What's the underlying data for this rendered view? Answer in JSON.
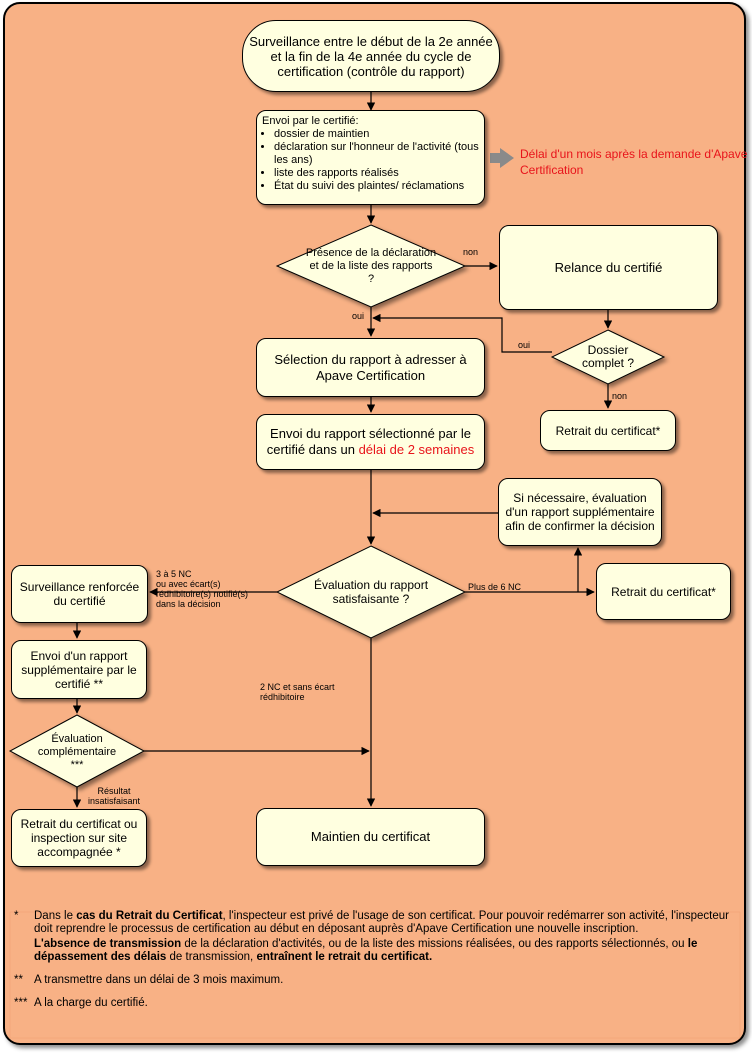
{
  "boxes": {
    "start": "Surveillance entre le début de la 2e année et la fin de la 4e année du cycle  de certification (contrôle du rapport)",
    "envoi_title": "Envoi par le certifié:",
    "envoi_items": [
      "dossier de maintien",
      "déclaration sur l'honneur de l'activité (tous les ans)",
      "liste des rapports réalisés",
      "État du suivi des plaintes/ réclamations"
    ],
    "delai_note": "Délai d'un mois après la demande d'Apave Certification",
    "presence": "Présence de la déclaration et de la liste des rapports ?",
    "relance": "Relance du certifié",
    "dossier_complet": "Dossier complet ?",
    "retrait1": "Retrait du certificat*",
    "selection": "Sélection du rapport à adresser à Apave Certification",
    "envoi_rapport_pre": "Envoi du rapport sélectionné par le certifié dans un ",
    "envoi_rapport_red": "délai de 2 semaines",
    "si_necessaire": "Si nécessaire, évaluation d'un rapport supplémentaire afin de confirmer la décision",
    "evaluation": "Évaluation du rapport satisfaisante ?",
    "retrait2": "Retrait du certificat*",
    "surveillance": "Surveillance renforcée du certifié",
    "envoi_supp": "Envoi d'un rapport supplémentaire par le certifié **",
    "eval_comp": "Évaluation complémentaire ***",
    "retrait3": "Retrait du certificat ou inspection sur site accompagnée *",
    "maintien": "Maintien du certificat"
  },
  "labels": {
    "non1": "non",
    "oui1": "oui",
    "oui2": "oui",
    "non2": "non",
    "nc35_1": "3 à 5 NC",
    "nc35_2": "ou avec écart(s)",
    "nc35_3": "rédhibitoire(s) notifié(s)",
    "nc35_4": "dans la décision",
    "plus6": "Plus de 6 NC",
    "nc2_1": "2 NC et sans écart",
    "nc2_2": "rédhibitoire",
    "res1": "Résultat",
    "res2": "insatisfaisant"
  },
  "footnotes": {
    "m1": "*",
    "f1a": "Dans le ",
    "f1b": "cas du Retrait du Certificat",
    "f1c": ", l'inspecteur est privé de l'usage de son certificat. Pour pouvoir redémarrer son activité, l'inspecteur doit reprendre le processus de certification au début en déposant auprès d'Apave Certification une nouvelle inscription.",
    "f1d": "L'absence de transmission",
    "f1e": " de la déclaration d'activités, ou de la liste des missions réalisées, ou des rapports sélectionnés, ou ",
    "f1f": "le dépassement des délais",
    "f1g": " de transmission, ",
    "f1h": "entraînent le retrait du certificat.",
    "m2": "**",
    "f2": "A transmettre dans un délai de 3 mois maximum.",
    "m3": "***",
    "f3": "A la charge du certifié."
  },
  "colors": {
    "background": "#f8b185",
    "box_fill": "#ffffe0",
    "accent_red": "#e8141b",
    "arrow_gray": "#8a8a8a"
  }
}
